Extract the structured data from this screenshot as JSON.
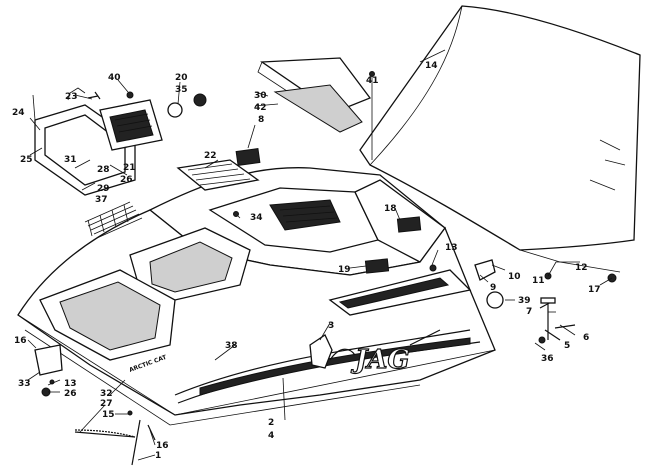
{
  "diagram": {
    "brand_text": "JAG",
    "side_text": "ARCTIC CAT",
    "callouts": [
      {
        "id": "c1",
        "text": "1"
      },
      {
        "id": "c2",
        "text": "2"
      },
      {
        "id": "c3",
        "text": "3"
      },
      {
        "id": "c4",
        "text": "4"
      },
      {
        "id": "c5",
        "text": "5"
      },
      {
        "id": "c6",
        "text": "6"
      },
      {
        "id": "c7",
        "text": "7"
      },
      {
        "id": "c8",
        "text": "8"
      },
      {
        "id": "c9",
        "text": "9"
      },
      {
        "id": "c10",
        "text": "10"
      },
      {
        "id": "c11",
        "text": "11"
      },
      {
        "id": "c12",
        "text": "12"
      },
      {
        "id": "c13a",
        "text": "13"
      },
      {
        "id": "c13b",
        "text": "13"
      },
      {
        "id": "c14",
        "text": "14"
      },
      {
        "id": "c15",
        "text": "15"
      },
      {
        "id": "c16a",
        "text": "16"
      },
      {
        "id": "c16b",
        "text": "16"
      },
      {
        "id": "c17",
        "text": "17"
      },
      {
        "id": "c18",
        "text": "18"
      },
      {
        "id": "c19",
        "text": "19"
      },
      {
        "id": "c20",
        "text": "20"
      },
      {
        "id": "c21",
        "text": "21"
      },
      {
        "id": "c22",
        "text": "22"
      },
      {
        "id": "c23",
        "text": "23"
      },
      {
        "id": "c24",
        "text": "24"
      },
      {
        "id": "c25",
        "text": "25"
      },
      {
        "id": "c26a",
        "text": "26"
      },
      {
        "id": "c26b",
        "text": "26"
      },
      {
        "id": "c27",
        "text": "27"
      },
      {
        "id": "c28",
        "text": "28"
      },
      {
        "id": "c29",
        "text": "29"
      },
      {
        "id": "c30",
        "text": "30"
      },
      {
        "id": "c31",
        "text": "31"
      },
      {
        "id": "c32",
        "text": "32"
      },
      {
        "id": "c33",
        "text": "33"
      },
      {
        "id": "c34",
        "text": "34"
      },
      {
        "id": "c35",
        "text": "35"
      },
      {
        "id": "c36",
        "text": "36"
      },
      {
        "id": "c37",
        "text": "37"
      },
      {
        "id": "c38",
        "text": "38"
      },
      {
        "id": "c39",
        "text": "39"
      },
      {
        "id": "c40",
        "text": "40"
      },
      {
        "id": "c41",
        "text": "41"
      },
      {
        "id": "c42",
        "text": "42"
      }
    ]
  }
}
